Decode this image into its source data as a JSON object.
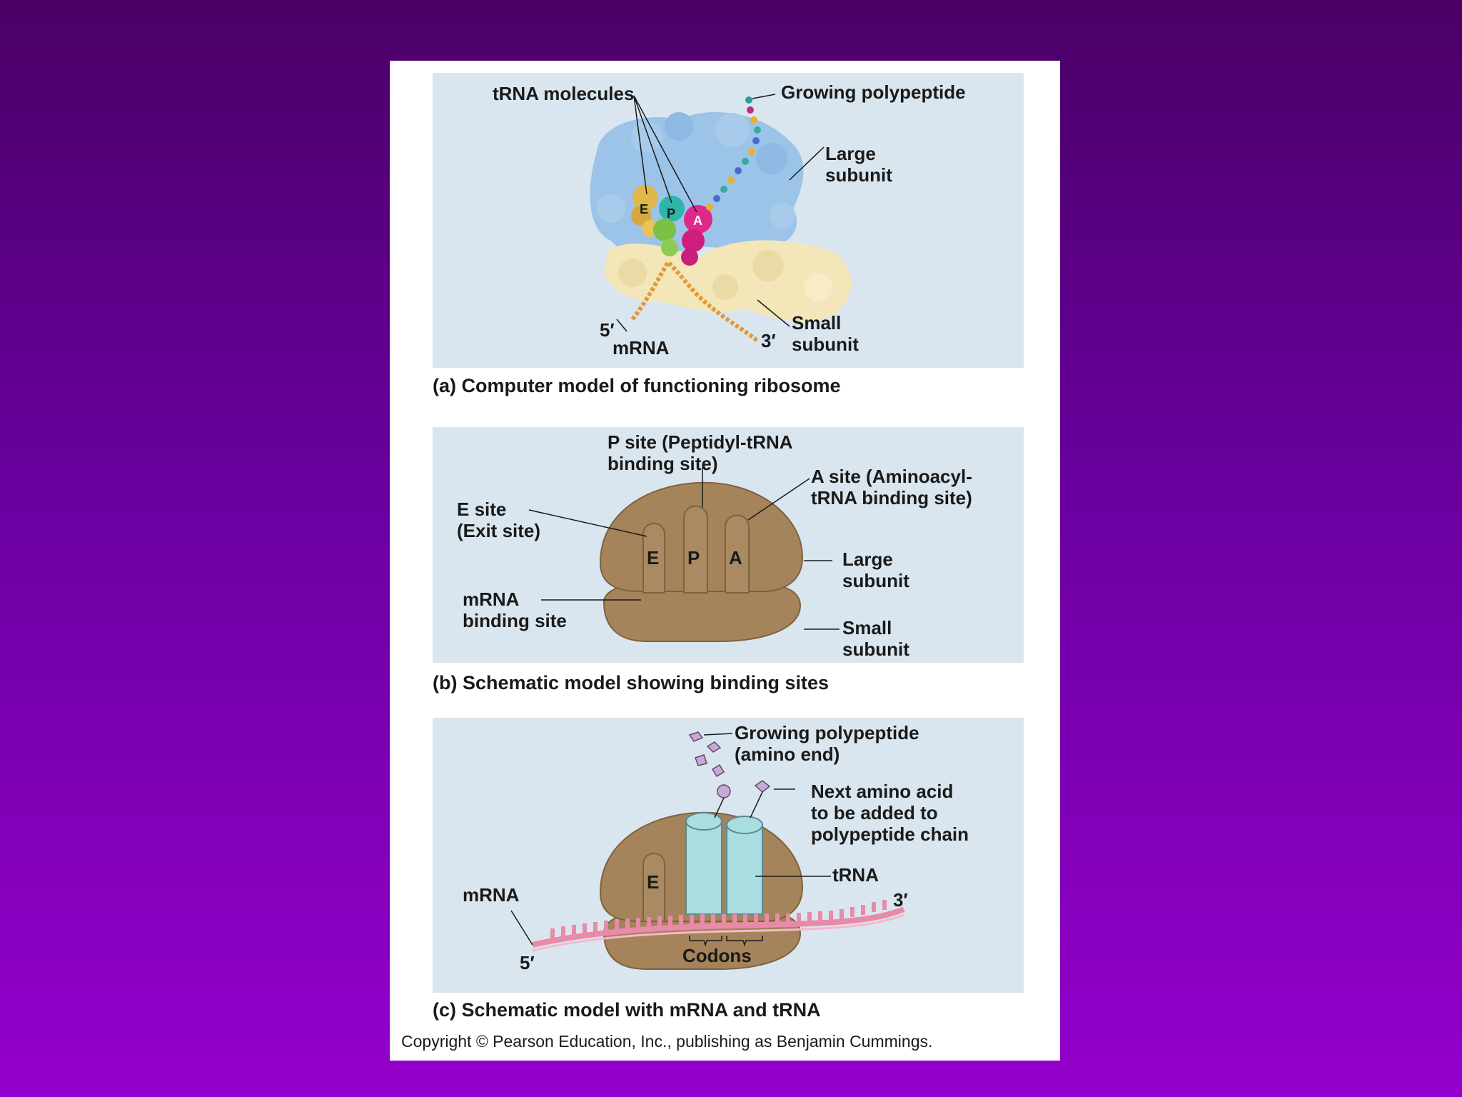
{
  "panel_a": {
    "caption": "(a) Computer model of functioning ribosome",
    "labels": {
      "trna_molecules": "tRNA molecules",
      "growing_polypeptide": "Growing polypeptide",
      "large_subunit": "Large\nsubunit",
      "small_subunit": "Small\nsubunit",
      "five_prime": "5′",
      "mrna": "mRNA",
      "three_prime": "3′",
      "site_e": "E",
      "site_p": "P",
      "site_a": "A"
    }
  },
  "panel_b": {
    "caption": "(b) Schematic model showing binding sites",
    "labels": {
      "p_site": "P site (Peptidyl-tRNA\nbinding site)",
      "a_site": "A site (Aminoacyl-\ntRNA binding site)",
      "e_site": "E site\n(Exit site)",
      "large_subunit": "Large\nsubunit",
      "mrna_binding_site": "mRNA\nbinding site",
      "small_subunit": "Small\nsubunit",
      "slot_e": "E",
      "slot_p": "P",
      "slot_a": "A"
    }
  },
  "panel_c": {
    "caption": "(c) Schematic model with mRNA and tRNA",
    "labels": {
      "growing_polypeptide": "Growing polypeptide\n(amino end)",
      "next_amino_acid": "Next amino acid\nto be added to\npolypeptide chain",
      "trna": "tRNA",
      "mrna": "mRNA",
      "three_prime": "3′",
      "five_prime": "5′",
      "codons": "Codons",
      "slot_e": "E"
    }
  },
  "copyright": "Copyright © Pearson Education, Inc., publishing as Benjamin Cummings.",
  "colors": {
    "background_top": "#4a0066",
    "background_bottom": "#9400cc",
    "panel_bg": "#dae6ef",
    "ribosome_brown": "#a5845b",
    "large_subunit_blue": "#9cc3e8",
    "small_subunit_cream": "#f3e6b8",
    "trna_cyan": "#a9dde0",
    "mrna_pink": "#e88aa8",
    "amino_acid_lavender": "#c8a8d8"
  }
}
